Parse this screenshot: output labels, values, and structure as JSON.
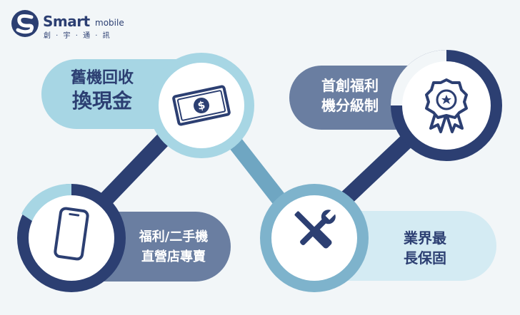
{
  "logo": {
    "brand": "Smart",
    "brand_suffix": "mobile",
    "tagline": "創 · 宇 · 通 · 訊",
    "icon": "s-swirl-logo"
  },
  "features": [
    {
      "line1": "舊機回收",
      "line2": "換現金",
      "icon": "cash-icon"
    },
    {
      "line1": "首創福利",
      "line2": "機分級制",
      "icon": "award-ribbon-icon"
    },
    {
      "line1": "福利/二手機",
      "line2": "直營店專賣",
      "icon": "smartphone-icon"
    },
    {
      "line1": "業界最",
      "line2": "長保固",
      "icon": "tools-icon"
    }
  ],
  "colors": {
    "background": "#f2f6f8",
    "navy": "#2c3f72",
    "slate": "#6a7ea1",
    "light_blue": "#a7d6e4",
    "pale_blue": "#d4ebf3",
    "mid_blue": "#7eb3cc",
    "white": "#ffffff"
  }
}
